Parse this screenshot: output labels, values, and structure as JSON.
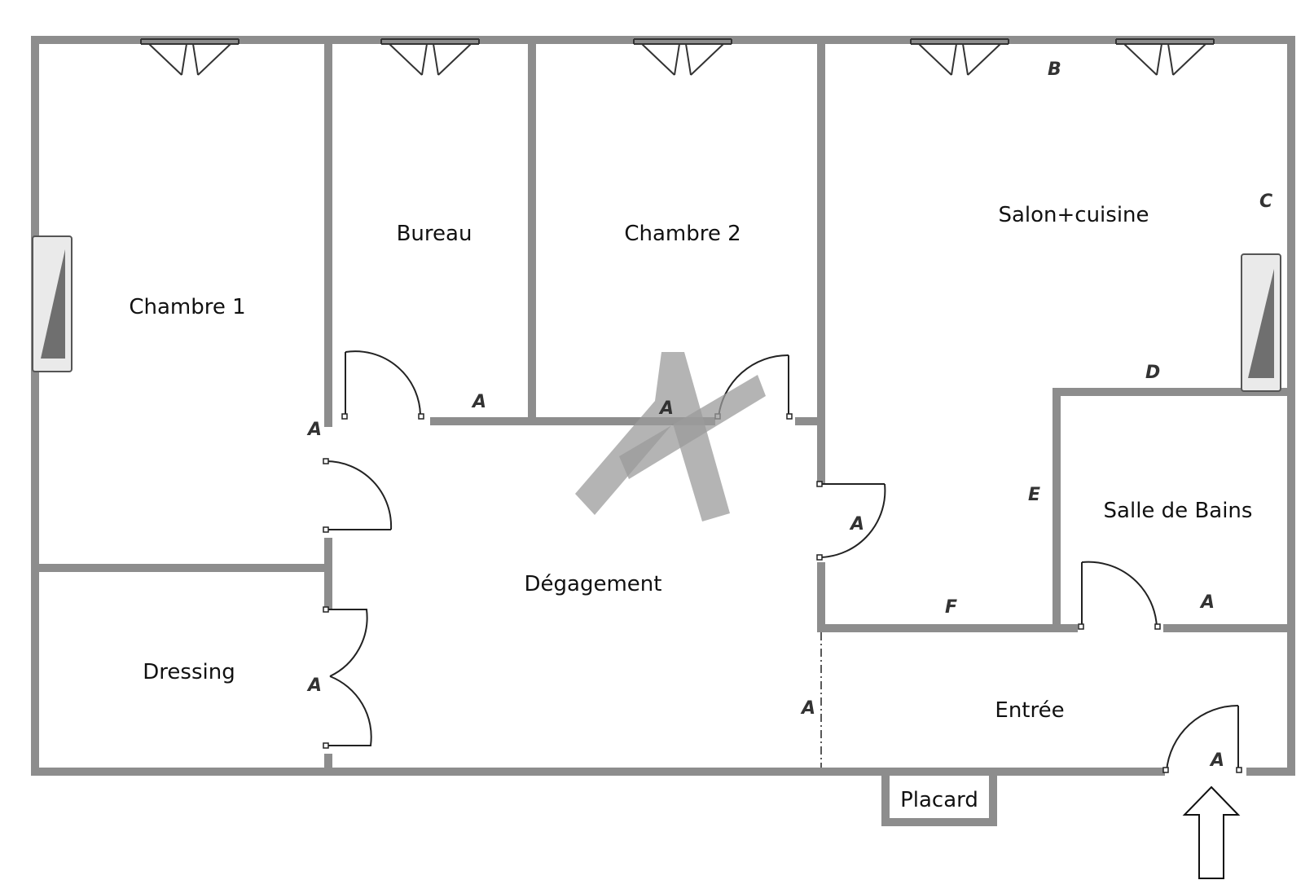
{
  "rooms": {
    "chambre1": "Chambre 1",
    "bureau": "Bureau",
    "chambre2": "Chambre 2",
    "salon": "Salon+cuisine",
    "salle_bains": "Salle de Bains",
    "degagement": "Dégagement",
    "dressing": "Dressing",
    "entree": "Entrée",
    "placard": "Placard"
  },
  "markers": {
    "a": "A",
    "b": "B",
    "c": "C",
    "d": "D",
    "e": "E",
    "f": "F"
  },
  "colors": {
    "wall": "#8d8d8d",
    "watermark": "#9b9b9b"
  },
  "icons": [
    "window-icon",
    "radiator-icon",
    "door-swing-icon",
    "entrance-arrow-icon",
    "watermark-logo"
  ]
}
